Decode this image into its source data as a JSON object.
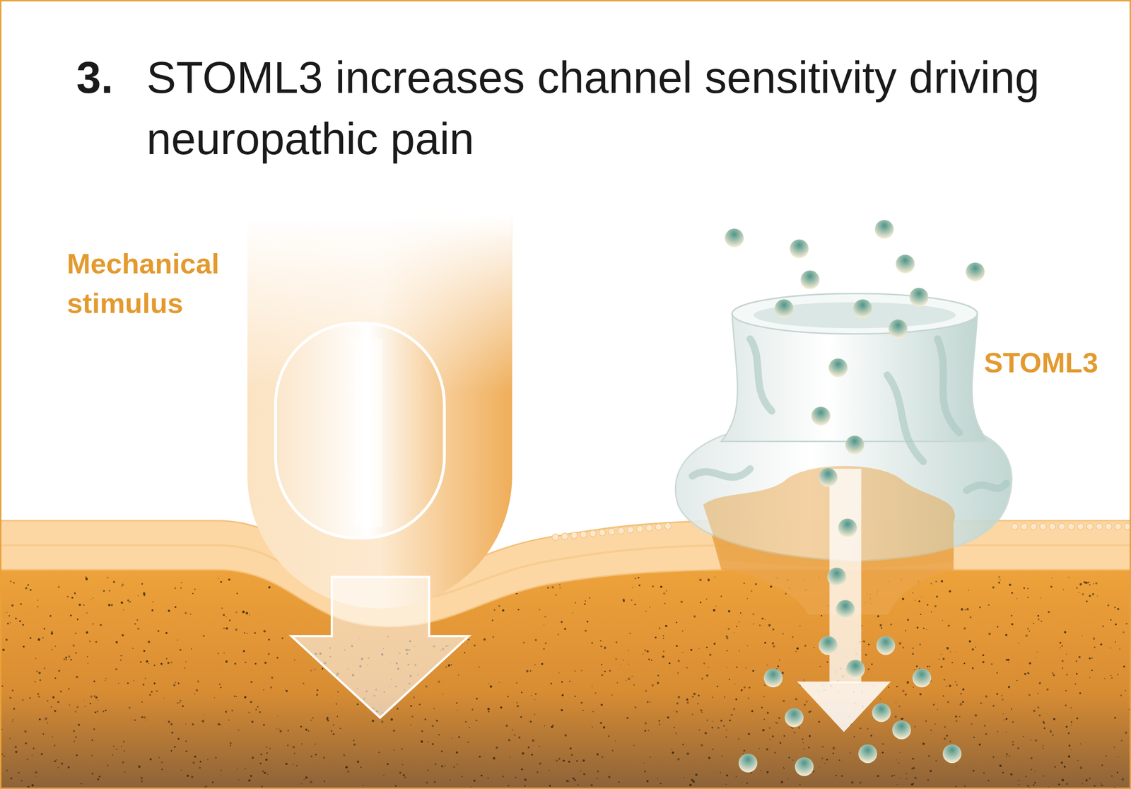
{
  "diagram": {
    "title": "STOML3 increases channel sensitivity driving neuropathic pain",
    "labels": [
      "3.",
      "Mechanical stimulus",
      "STOML3"
    ]
  }
}
